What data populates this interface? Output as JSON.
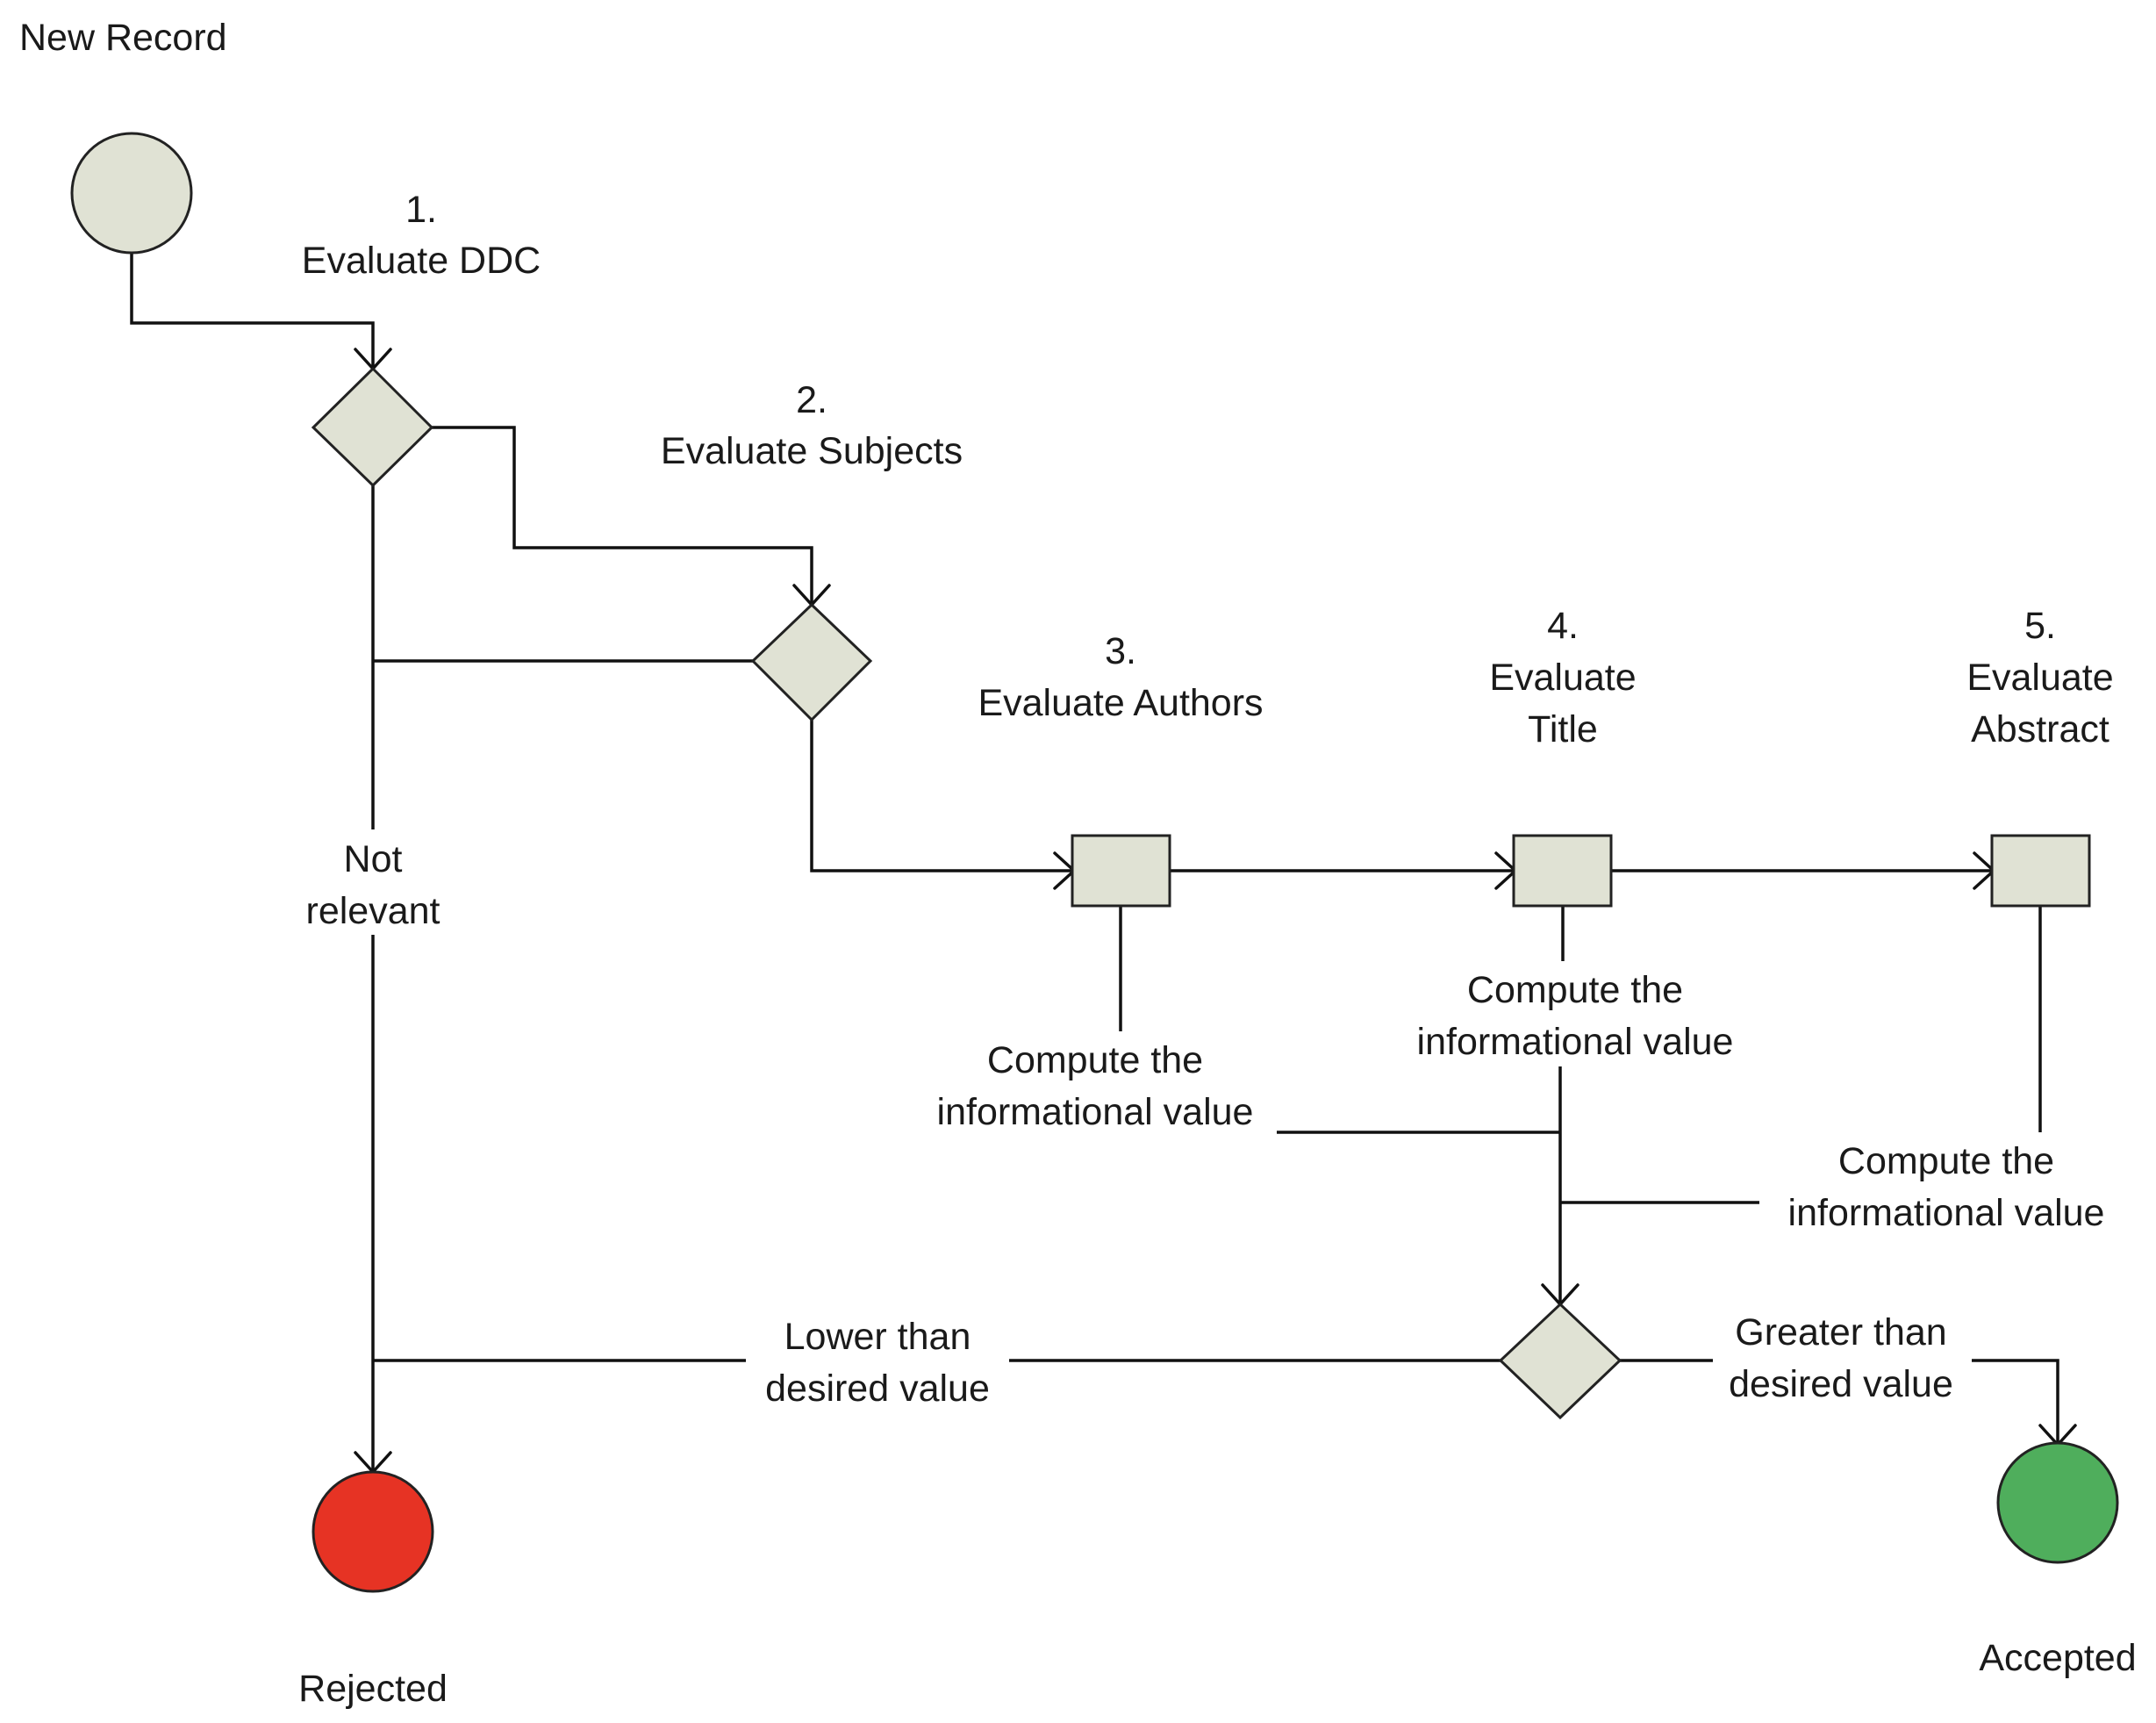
{
  "colors": {
    "node_fill": "#e0e2d4",
    "rejected_fill": "#e63324",
    "accepted_fill": "#4fae5c",
    "line": "#111111"
  },
  "labels": {
    "start": "New Record",
    "step1_num": "1.",
    "step1_name": "Evaluate DDC",
    "step2_num": "2.",
    "step2_name": "Evaluate Subjects",
    "step3_num": "3.",
    "step3_name": "Evaluate Authors",
    "step4_num": "4.",
    "step4_line1": "Evaluate",
    "step4_line2": "Title",
    "step5_num": "5.",
    "step5_line1": "Evaluate",
    "step5_line2": "Abstract",
    "not_relevant_line1": "Not",
    "not_relevant_line2": "relevant",
    "compute_line1": "Compute the",
    "compute_line2": "informational value",
    "lower_line1": "Lower than",
    "lower_line2": "desired value",
    "greater_line1": "Greater than",
    "greater_line2": "desired value",
    "rejected": "Rejected",
    "accepted": "Accepted"
  }
}
